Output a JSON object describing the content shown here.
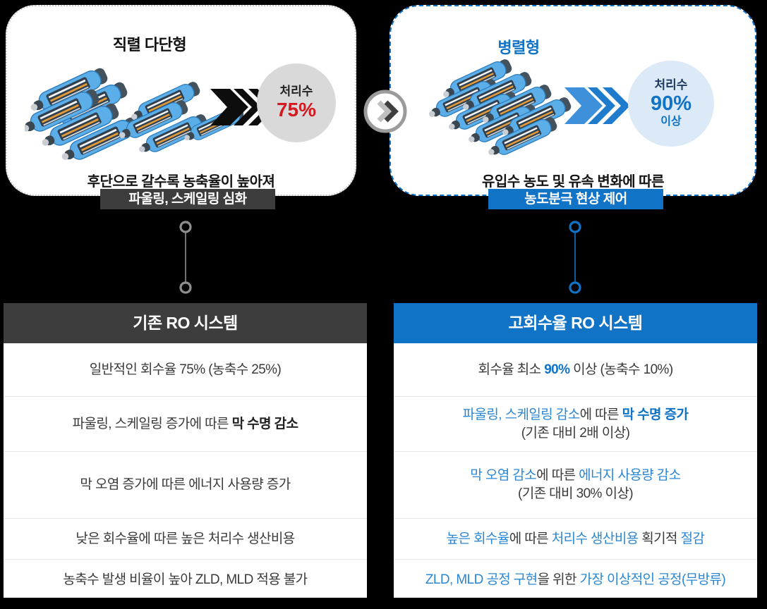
{
  "serial_card": {
    "title": "직렬 다단형",
    "result_label": "처리수",
    "result_value": "75%",
    "caption": "후단으로 갈수록 농축율이 높아져",
    "badge": "파울링, 스케일링 심화"
  },
  "parallel_card": {
    "title": "병렬형",
    "result_label": "처리수",
    "result_value": "90%",
    "result_suffix": "이상",
    "caption": "유입수 농도 및 유속 변화에 따른",
    "badge": "농도분극 현상 제어"
  },
  "comparison": {
    "left": {
      "header": "기존 RO 시스템",
      "rows": [
        {
          "lines": [
            [
              {
                "t": "일반적인 회수율 75% (농축수 25%)",
                "s": "n"
              }
            ]
          ]
        },
        {
          "lines": [
            [
              {
                "t": "파울링, 스케일링 증가에 따른 ",
                "s": "n"
              },
              {
                "t": "막 수명 감소",
                "s": "b"
              }
            ]
          ]
        },
        {
          "lines": [
            [
              {
                "t": "막 오염 증가에 따른 에너지 사용량 증가",
                "s": "n"
              }
            ]
          ]
        },
        {
          "lines": [
            [
              {
                "t": "낮은 회수율에 따른 높은 처리수 생산비용",
                "s": "n"
              }
            ]
          ]
        },
        {
          "lines": [
            [
              {
                "t": "농축수 발생 비율이 높아 ZLD, MLD 적용 불가",
                "s": "n"
              }
            ]
          ]
        }
      ]
    },
    "right": {
      "header": "고회수율 RO 시스템",
      "rows": [
        {
          "lines": [
            [
              {
                "t": "회수율 최소 ",
                "s": "n"
              },
              {
                "t": "90%",
                "s": "ab"
              },
              {
                "t": " 이상 (농축수 10%)",
                "s": "n"
              }
            ]
          ]
        },
        {
          "lines": [
            [
              {
                "t": "파울링, 스케일링 감소",
                "s": "a"
              },
              {
                "t": "에 따른 ",
                "s": "n"
              },
              {
                "t": "막 수명 증가",
                "s": "ab"
              }
            ],
            [
              {
                "t": "(기존 대비 2배 이상)",
                "s": "n"
              }
            ]
          ]
        },
        {
          "lines": [
            [
              {
                "t": "막 오염 감소",
                "s": "a"
              },
              {
                "t": "에 따른 ",
                "s": "n"
              },
              {
                "t": "에너지 사용량 감소",
                "s": "a"
              }
            ],
            [
              {
                "t": "(기존 대비 30% 이상)",
                "s": "n"
              }
            ]
          ]
        },
        {
          "lines": [
            [
              {
                "t": "높은 회수율",
                "s": "a"
              },
              {
                "t": "에 따른 ",
                "s": "n"
              },
              {
                "t": "처리수 생산비용",
                "s": "a"
              },
              {
                "t": " 획기적 ",
                "s": "n"
              },
              {
                "t": "절감",
                "s": "a"
              }
            ]
          ]
        },
        {
          "lines": [
            [
              {
                "t": "ZLD, MLD 공정 구현",
                "s": "a"
              },
              {
                "t": "을 위한 ",
                "s": "n"
              },
              {
                "t": "가장 이상적인 공정(무방류)",
                "s": "a"
              }
            ]
          ]
        }
      ]
    }
  },
  "icons": {
    "flow_arrow_left": "black-triple-chevron-arrow",
    "flow_arrow_right": "blue-triple-chevron-arrow",
    "between_cards": "next-step-circle-chevron",
    "connectors": "timeline-connector-dots"
  },
  "colors": {
    "primary_blue": "#1173c6",
    "accent_blue": "#2b87d3",
    "dark": "#3d3d3d",
    "alert_red": "#d41a20",
    "circle_gray": "#d9d9d9",
    "circle_light_blue": "#dce9f7"
  }
}
